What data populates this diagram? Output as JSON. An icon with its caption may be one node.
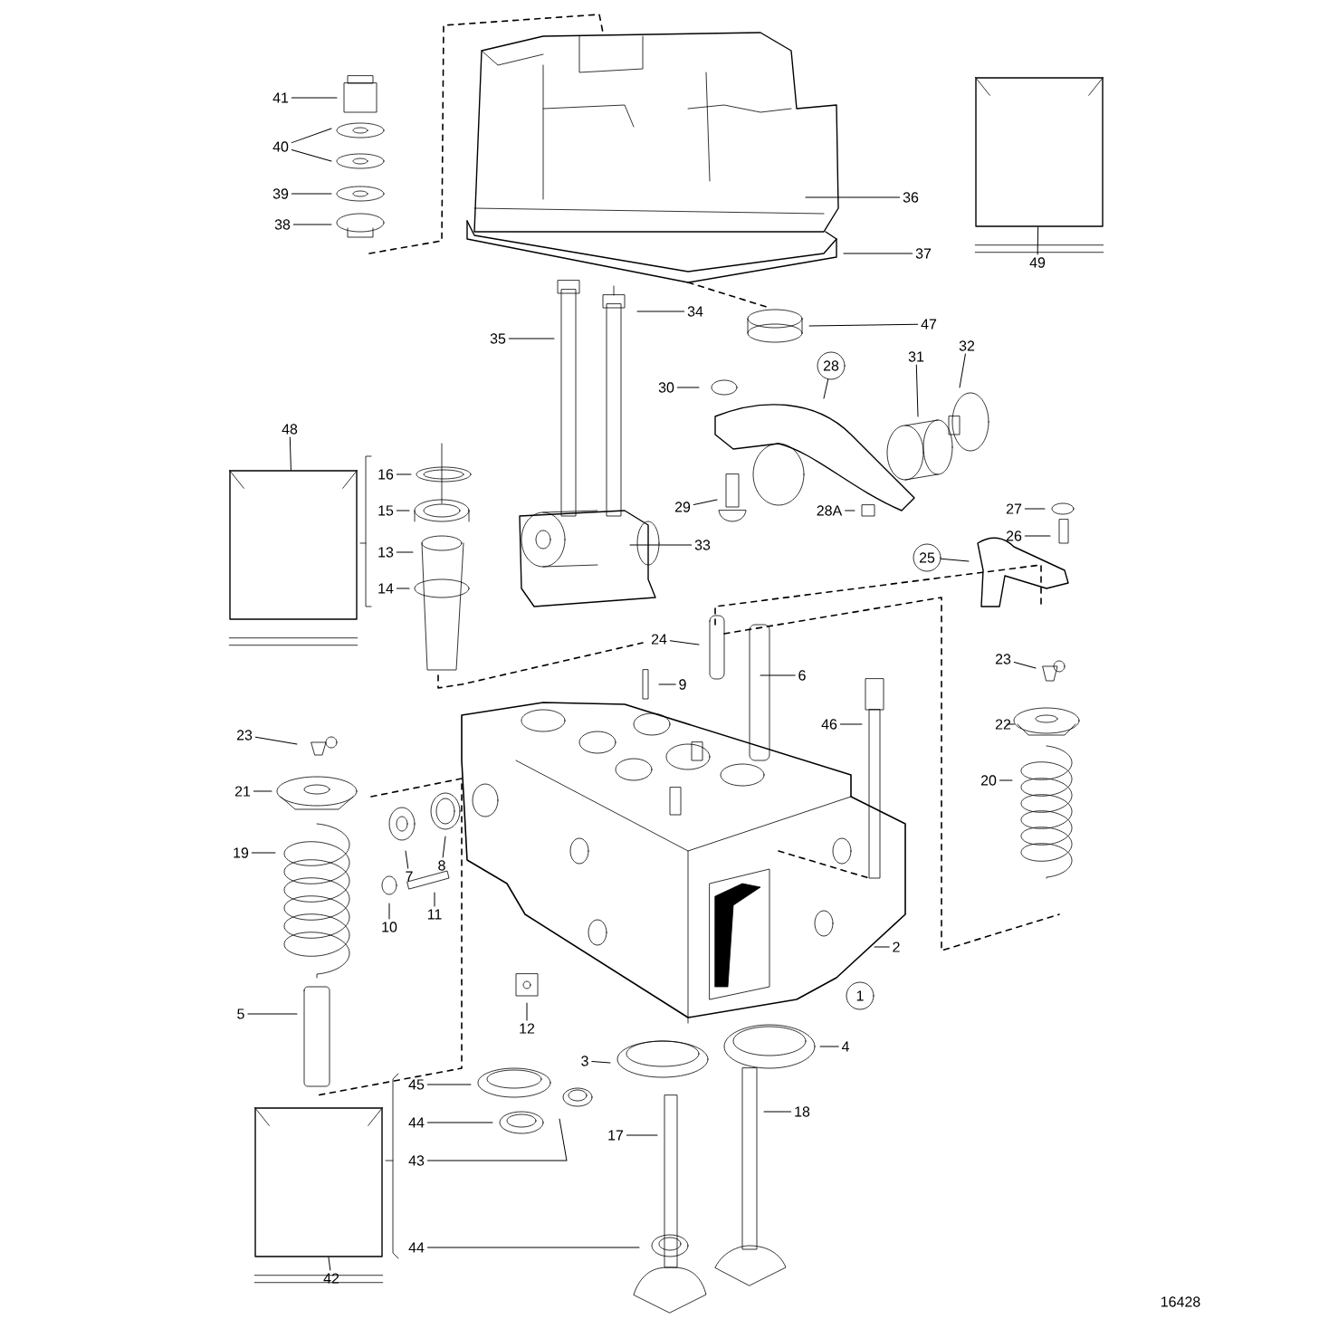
{
  "diagram": {
    "nodes": [
      {
        "text": [
          "41"
        ]
      },
      {
        "text": [
          "40"
        ]
      },
      {
        "text": [
          "39"
        ]
      },
      {
        "text": [
          "38"
        ]
      },
      {
        "text": [],
        "shape": "box"
      },
      {
        "text": [
          "49"
        ]
      },
      {
        "text": [
          "36"
        ]
      },
      {
        "text": [
          "37"
        ]
      },
      {
        "text": [
          "34"
        ]
      },
      {
        "text": [
          "47"
        ]
      },
      {
        "text": [
          "35"
        ]
      },
      {
        "text": [
          "31"
        ]
      },
      {
        "text": [
          "32"
        ]
      },
      {
        "text": [
          "28"
        ]
      },
      {
        "text": [
          "30"
        ]
      },
      {
        "text": [
          "48"
        ]
      },
      {
        "text": [],
        "shape": "box"
      },
      {
        "text": [
          "16"
        ]
      },
      {
        "text": [
          "15"
        ]
      },
      {
        "text": [
          "13"
        ]
      },
      {
        "text": [
          "14"
        ]
      },
      {
        "text": [
          "29"
        ]
      },
      {
        "text": [
          "28A"
        ]
      },
      {
        "text": [
          "27"
        ]
      },
      {
        "text": [
          "26"
        ]
      },
      {
        "text": [
          "33"
        ]
      },
      {
        "text": [
          "25"
        ]
      },
      {
        "text": [
          "24"
        ]
      },
      {
        "text": [
          "23"
        ]
      },
      {
        "text": [
          "6"
        ]
      },
      {
        "text": [
          "9"
        ]
      },
      {
        "text": [
          "46"
        ]
      },
      {
        "text": [
          "22"
        ]
      },
      {
        "text": [
          "23"
        ]
      },
      {
        "text": [
          "20"
        ]
      },
      {
        "text": [
          "21"
        ]
      },
      {
        "text": [
          "19"
        ]
      },
      {
        "text": [
          "8"
        ]
      },
      {
        "text": [
          "7"
        ]
      },
      {
        "text": [
          "11"
        ]
      },
      {
        "text": [
          "10"
        ]
      },
      {
        "text": [
          "2"
        ]
      },
      {
        "text": [
          "1"
        ]
      },
      {
        "text": [
          "5"
        ]
      },
      {
        "text": [
          "12"
        ]
      },
      {
        "text": [
          "4"
        ]
      },
      {
        "text": [
          "3"
        ]
      },
      {
        "text": [
          "45"
        ]
      },
      {
        "text": [],
        "shape": "box"
      },
      {
        "text": [
          "18"
        ]
      },
      {
        "text": [
          "44"
        ]
      },
      {
        "text": [
          "17"
        ]
      },
      {
        "text": [
          "43"
        ]
      },
      {
        "text": [
          "44"
        ]
      },
      {
        "text": [
          "42"
        ]
      }
    ],
    "edges": [
      {
        "from": 0,
        "to": null,
        "arrow": "none"
      },
      {
        "from": 1,
        "to": null,
        "arrow": "none"
      },
      {
        "from": 1,
        "to": null,
        "arrow": "none"
      },
      {
        "from": 2,
        "to": null,
        "arrow": "none"
      },
      {
        "from": 3,
        "to": null,
        "arrow": "none"
      },
      {
        "from": 5,
        "to": 4,
        "arrow": "none"
      },
      {
        "from": 6,
        "to": null,
        "arrow": "none"
      },
      {
        "from": 7,
        "to": null,
        "arrow": "none"
      },
      {
        "from": 8,
        "to": null,
        "arrow": "none"
      },
      {
        "from": 9,
        "to": null,
        "arrow": "none"
      },
      {
        "from": 10,
        "to": null,
        "arrow": "none"
      },
      {
        "from": 11,
        "to": null,
        "arrow": "none"
      },
      {
        "from": 12,
        "to": null,
        "arrow": "none"
      },
      {
        "from": 13,
        "to": null,
        "arrow": "none"
      },
      {
        "from": 14,
        "to": null,
        "arrow": "none"
      },
      {
        "from": 15,
        "to": 16,
        "arrow": "none"
      },
      {
        "from": 17,
        "to": null,
        "arrow": "none"
      },
      {
        "from": 18,
        "to": null,
        "arrow": "none"
      },
      {
        "from": 19,
        "to": null,
        "arrow": "none"
      },
      {
        "from": 20,
        "to": null,
        "arrow": "none"
      },
      {
        "from": 21,
        "to": null,
        "arrow": "none"
      },
      {
        "from": 22,
        "to": null,
        "arrow": "none"
      },
      {
        "from": 23,
        "to": null,
        "arrow": "none"
      },
      {
        "from": 24,
        "to": null,
        "arrow": "none"
      },
      {
        "from": 25,
        "to": null,
        "arrow": "none"
      },
      {
        "from": 26,
        "to": null,
        "arrow": "none"
      },
      {
        "from": 27,
        "to": null,
        "arrow": "none"
      },
      {
        "from": 28,
        "to": null,
        "arrow": "none"
      },
      {
        "from": 29,
        "to": null,
        "arrow": "none"
      },
      {
        "from": 30,
        "to": null,
        "arrow": "none"
      },
      {
        "from": 31,
        "to": null,
        "arrow": "none"
      },
      {
        "from": 32,
        "to": null,
        "arrow": "none"
      },
      {
        "from": 33,
        "to": null,
        "arrow": "none"
      },
      {
        "from": 34,
        "to": null,
        "arrow": "none"
      },
      {
        "from": 35,
        "to": null,
        "arrow": "none"
      },
      {
        "from": 36,
        "to": null,
        "arrow": "none"
      },
      {
        "from": 37,
        "to": null,
        "arrow": "none"
      },
      {
        "from": 38,
        "to": null,
        "arrow": "none"
      },
      {
        "from": 39,
        "to": null,
        "arrow": "none"
      },
      {
        "from": 40,
        "to": null,
        "arrow": "none"
      },
      {
        "from": 41,
        "to": null,
        "arrow": "none"
      },
      {
        "from": 43,
        "to": null,
        "arrow": "none"
      },
      {
        "from": 44,
        "to": null,
        "arrow": "none"
      },
      {
        "from": 45,
        "to": null,
        "arrow": "none"
      },
      {
        "from": 46,
        "to": null,
        "arrow": "none"
      },
      {
        "from": 47,
        "to": null,
        "arrow": "none"
      },
      {
        "from": 49,
        "to": null,
        "arrow": "none"
      },
      {
        "from": 50,
        "to": null,
        "arrow": "none"
      },
      {
        "from": 51,
        "to": null,
        "arrow": "none"
      },
      {
        "from": 52,
        "to": null,
        "arrow": "none"
      },
      {
        "from": 53,
        "to": null,
        "arrow": "none"
      },
      {
        "from": 54,
        "to": 48,
        "arrow": "none"
      }
    ],
    "labels": [
      "16428"
    ]
  }
}
